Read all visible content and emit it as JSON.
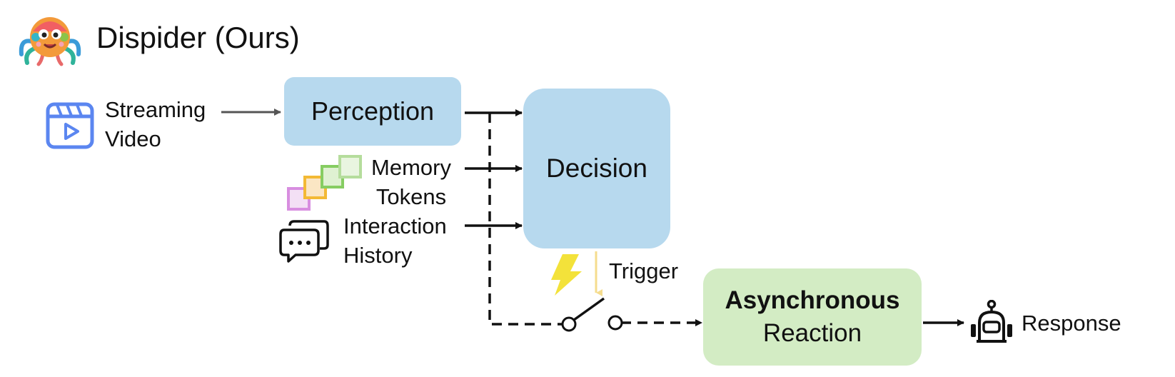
{
  "title": "Dispider (Ours)",
  "inputs": {
    "streaming_video": [
      "Streaming",
      "Video"
    ],
    "memory_tokens": [
      "Memory",
      "Tokens"
    ],
    "interaction_history": [
      "Interaction",
      "History"
    ]
  },
  "modules": {
    "perception": "Perception",
    "decision": "Decision",
    "reaction_line1": "Asynchronous",
    "reaction_line2": "Reaction"
  },
  "trigger_label": "Trigger",
  "output_label": "Response",
  "icons": [
    "spider-mascot-icon",
    "video-clip-icon",
    "memory-squares-icon",
    "chat-bubbles-icon",
    "lightning-icon",
    "switch-icon",
    "robot-icon"
  ],
  "colors": {
    "module_blue": "#b7d9ee",
    "module_green": "#d3ecc4",
    "video_icon": "#5b86f0",
    "lightning": "#f3e23a",
    "trigger_arrow": "#f5dc8e"
  }
}
